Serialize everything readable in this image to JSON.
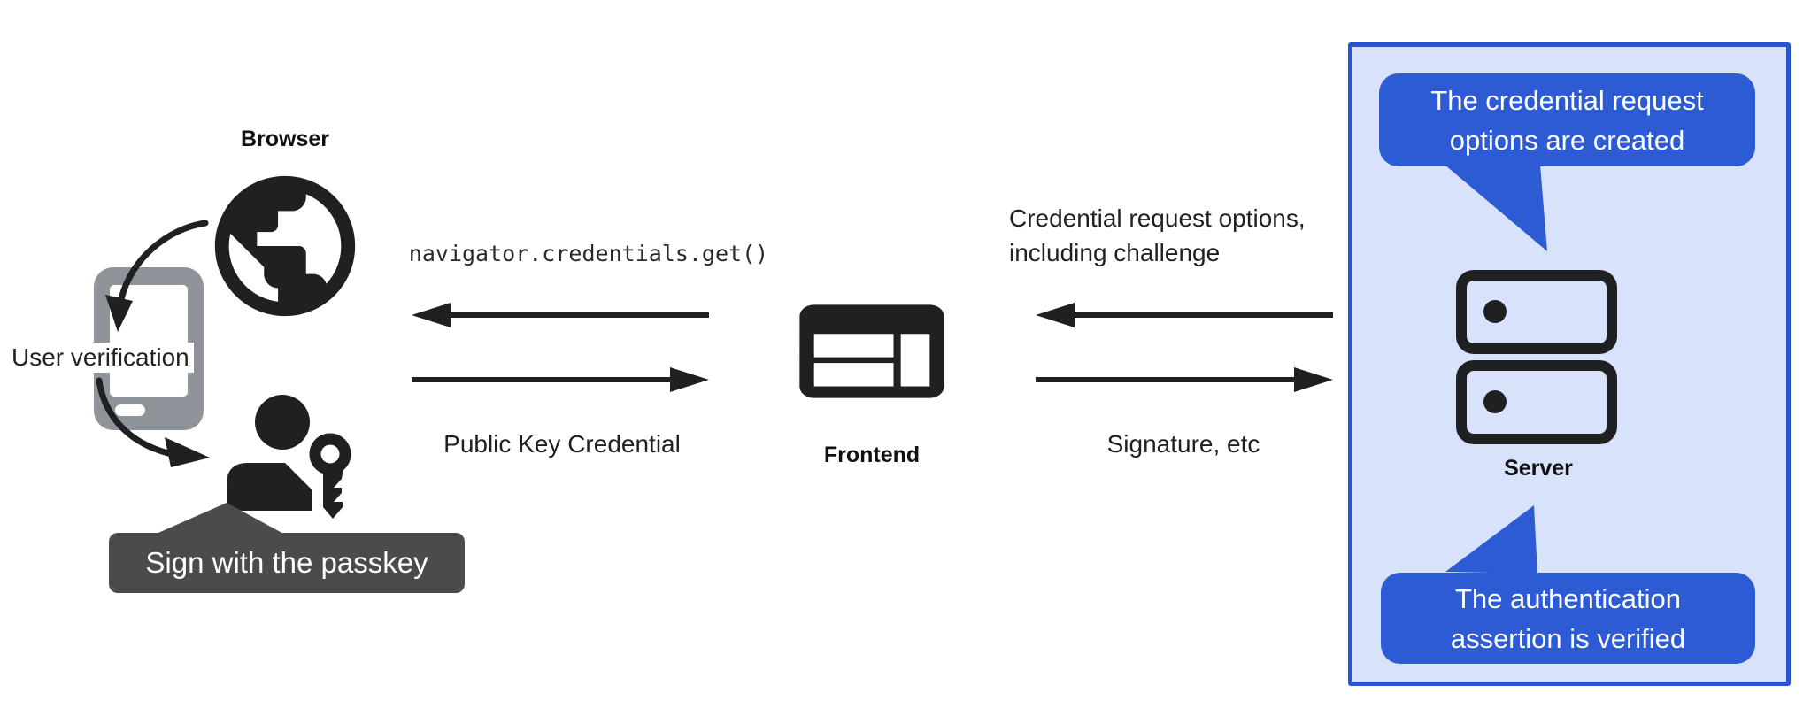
{
  "colors": {
    "accent-blue": "#2d5bd3",
    "panel-bg": "#d8e2fb",
    "panel-border": "#2a54cd",
    "tooltip-bg": "#4b4b4b",
    "phone-gray": "#8e9499",
    "ink": "#1f2022"
  },
  "left": {
    "browser_label": "Browser",
    "browser_icon": "globe-icon",
    "device_icon": "smartphone-icon",
    "user_verification_label": "User verification",
    "user_icon": "person-with-key-icon",
    "tooltip": "Sign with the passkey"
  },
  "center": {
    "api_call": "navigator.credentials.get()",
    "response_label": "Public Key Credential",
    "frontend_icon": "browser-window-icon",
    "frontend_label": "Frontend"
  },
  "right": {
    "request_label_line1": "Credential request options,",
    "request_label_line2": "including challenge",
    "response_label": "Signature, etc"
  },
  "server_panel": {
    "top_bubble": {
      "line1": "The credential request",
      "line2": "options are created"
    },
    "server_icon": "server-stack-icon",
    "server_label": "Server",
    "bottom_bubble": {
      "line1": "The authentication",
      "line2": "assertion is verified"
    }
  }
}
